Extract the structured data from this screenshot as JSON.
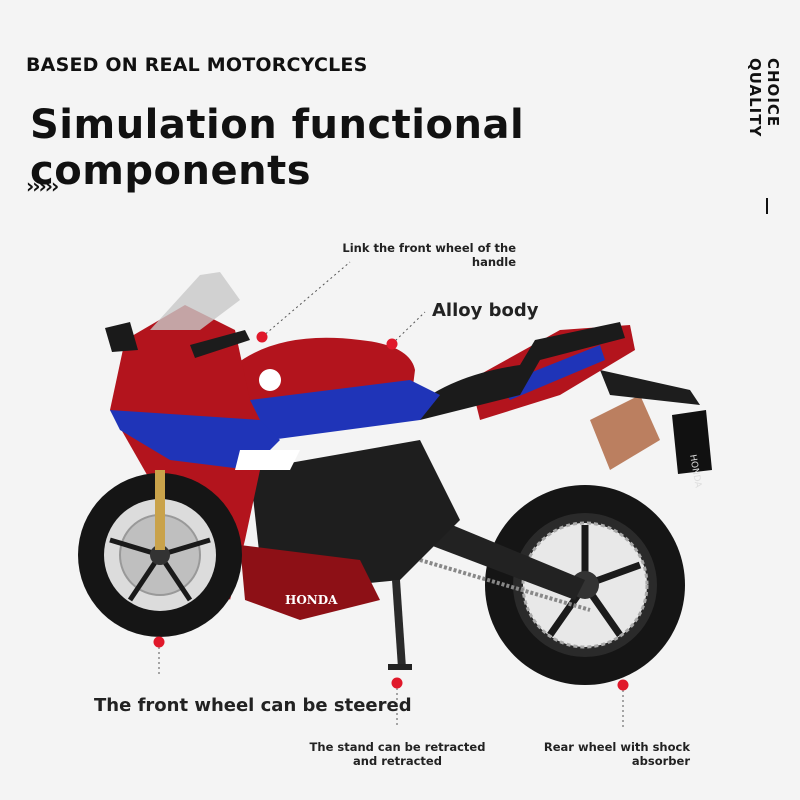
{
  "header": {
    "kicker": "BASED ON REAL MOTORCYCLES",
    "title": "Simulation functional components",
    "chevrons": "›››››",
    "side_text": "CHOICE QUALITY"
  },
  "callouts": {
    "front_wheel_link": "Link the front wheel of the handle",
    "alloy_body": "Alloy body",
    "front_wheel_steer": "The front wheel can be steered",
    "stand": "The stand can be retracted and retracted",
    "rear_wheel": "Rear wheel with shock absorber"
  },
  "model": {
    "brand_fairing": "HONDA",
    "brand_plate": "HONDA"
  },
  "colors": {
    "dot_red": "#e0182a",
    "body_red": "#b3141d",
    "body_blue": "#1f34b8",
    "tire_black": "#151515"
  }
}
